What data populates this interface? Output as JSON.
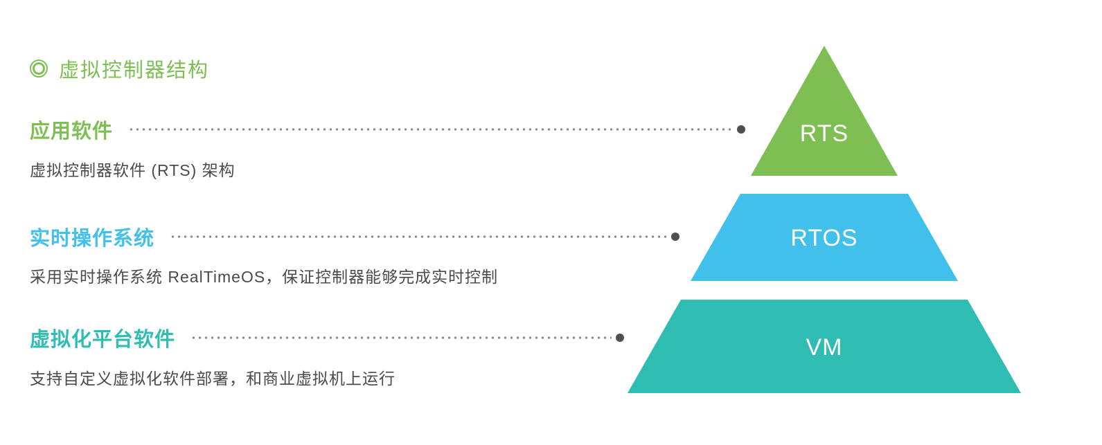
{
  "page": {
    "title": "虚拟控制器结构"
  },
  "colors": {
    "green": "#7dbf52",
    "blue": "#41c0eb",
    "teal": "#2fbcb3",
    "dot": "#4f4f4f",
    "text": "#4a4a4a"
  },
  "rows": [
    {
      "label": "应用软件",
      "description": "虚拟控制器软件 (RTS) 架构",
      "color": "#7dbf52"
    },
    {
      "label": "实时操作系统",
      "description": "采用实时操作系统 RealTimeOS，保证控制器能够完成实时控制",
      "color": "#41c0eb"
    },
    {
      "label": "虚拟化平台软件",
      "description": "支持自定义虚拟化软件部署，和商业虚拟机上运行",
      "color": "#2fbcb3"
    }
  ],
  "pyramid": {
    "layers": [
      {
        "label": "RTS",
        "color": "#7dbf52"
      },
      {
        "label": "RTOS",
        "color": "#41c0eb"
      },
      {
        "label": "VM",
        "color": "#2fbcb3"
      }
    ]
  }
}
